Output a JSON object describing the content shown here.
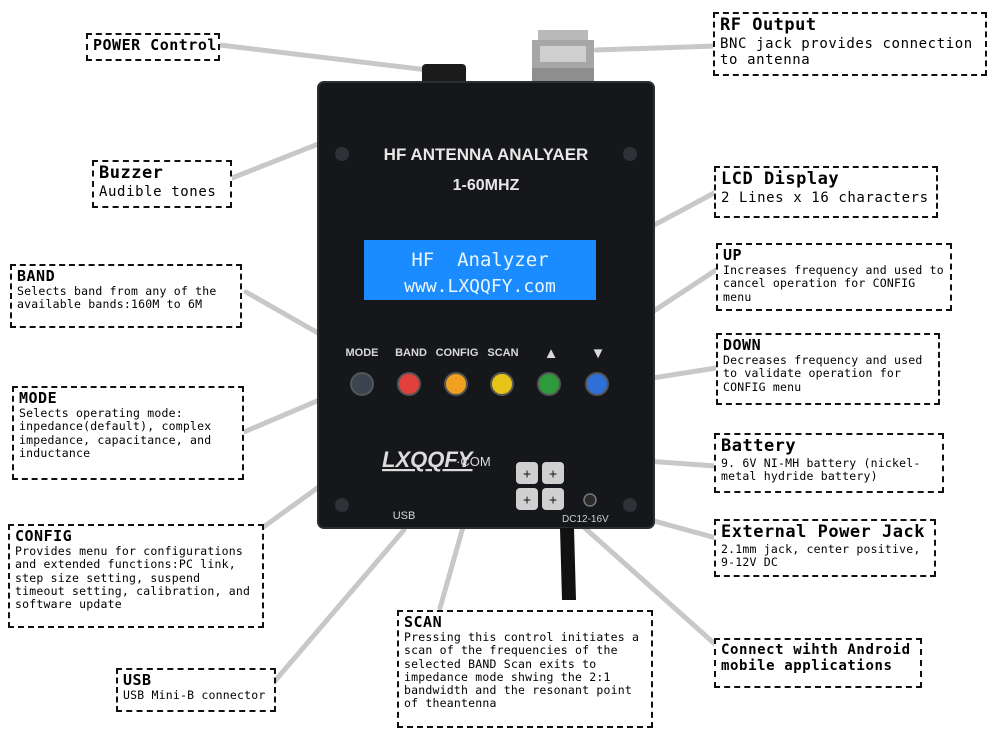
{
  "device": {
    "title": "HF ANTENNA ANALYAER",
    "range": "1-60MHZ",
    "lcd_line1": "HF  Analyzer",
    "lcd_line2": "www.LXQQFY.com",
    "brand_logo": "LXQQFY",
    "brand_suffix": "·COM",
    "usb_label": "USB",
    "dc_label": "DC12-16V",
    "button_labels": [
      "MODE",
      "BAND",
      "CONFIG",
      "SCAN",
      "▲",
      "▼"
    ],
    "colors": {
      "body": "#15171a",
      "lcd_bg": "#1a8cff",
      "lcd_text": "#e8f6ff",
      "mode_led": "#3c4450",
      "band_led": "#e2403a",
      "config_led": "#f0a020",
      "scan_led": "#e8c419",
      "up_led": "#2f9a3c",
      "down_led": "#2f6fd8"
    }
  },
  "callouts": {
    "power": {
      "title": "POWER Control"
    },
    "rf": {
      "title": "RF Output",
      "desc": "BNC jack provides connection to antenna"
    },
    "buzzer": {
      "title": "Buzzer",
      "desc": "Audible tones"
    },
    "lcd": {
      "title": "LCD Display",
      "desc": "2 Lines x 16 characters"
    },
    "band": {
      "title": "BAND",
      "desc": "Selects band from any of the available bands:160M to 6M"
    },
    "up": {
      "title": "UP",
      "desc": "Increases frequency and used to cancel operation for CONFIG menu"
    },
    "down": {
      "title": "DOWN",
      "desc": "Decreases frequency and used to validate operation for CONFIG menu"
    },
    "mode": {
      "title": "MODE",
      "desc": "Selects operating mode: inpedance(default), complex impedance, capacitance, and inductance"
    },
    "battery": {
      "title": "Battery",
      "desc": "9. 6V NI-MH battery (nickel-metal hydride battery)"
    },
    "ext_power": {
      "title": "External Power Jack",
      "desc": "2.1mm jack, center positive, 9-12V DC"
    },
    "config": {
      "title": "CONFIG",
      "desc": "Provides menu for configurations and extended functions:PC link, step size setting, suspend timeout setting, calibration, and software update"
    },
    "scan": {
      "title": "SCAN",
      "desc": "Pressing this control initiates a scan of the frequencies of the selected BAND Scan exits to impedance mode shwing the 2:1 bandwidth and the resonant point of theantenna"
    },
    "android": {
      "title": "Connect wihth Android mobile applications"
    },
    "usb": {
      "title": "USB",
      "desc": "USB Mini-B connector"
    }
  }
}
